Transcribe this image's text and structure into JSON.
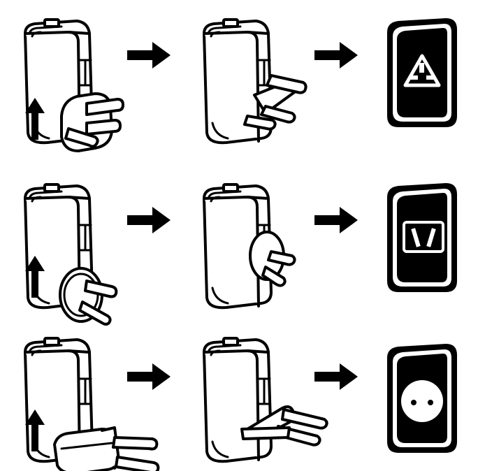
{
  "diagram": {
    "rows": [
      {
        "plug_type": "uk-plug",
        "socket_type": "uk-socket",
        "arrow_count": 3
      },
      {
        "plug_type": "au-plug",
        "socket_type": "au-socket",
        "arrow_count": 3
      },
      {
        "plug_type": "eu-plug",
        "socket_type": "eu-socket",
        "arrow_count": 3
      }
    ],
    "colors": {
      "ink": "#000000",
      "paper": "#ffffff"
    },
    "icons": [
      "charger-body-icon",
      "uk-plug-icon",
      "au-plug-icon",
      "eu-plug-icon",
      "up-arrow-icon",
      "right-arrow-icon",
      "uk-socket-icon",
      "au-socket-icon",
      "eu-socket-icon"
    ]
  }
}
